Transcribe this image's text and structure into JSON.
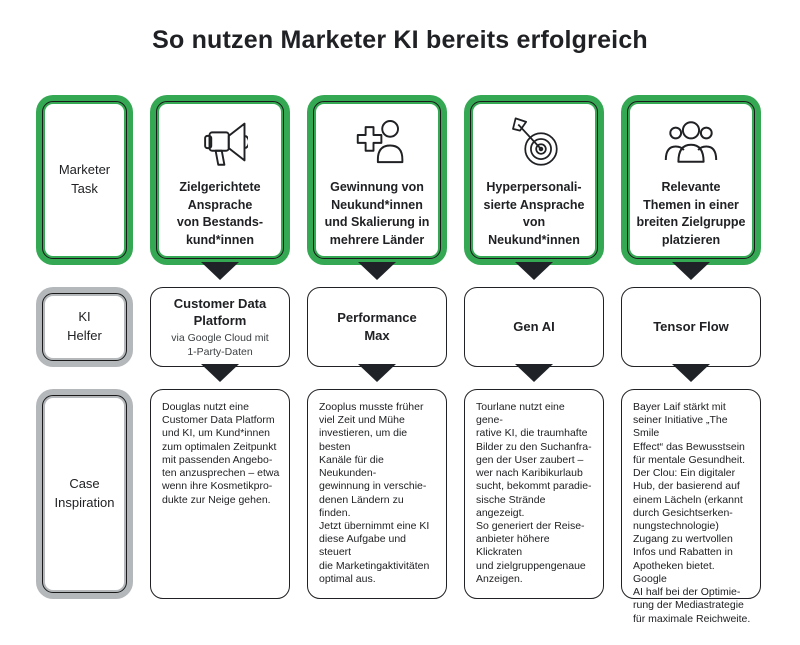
{
  "title": "So nutzen Marketer KI bereits erfolgreich",
  "colors": {
    "accent_green": "#34a853",
    "accent_gray": "#b4b8bb",
    "ink": "#202124",
    "arrow": "#1f2328"
  },
  "row_labels": {
    "tasks": "Marketer\nTask",
    "helpers": "KI\nHelfer",
    "cases": "Case\nInspiration"
  },
  "columns": [
    {
      "icon": "megaphone-icon",
      "task": "Zielgerichtete\nAnsprache\nvon Bestands-\nkund*innen",
      "helper_title": "Customer Data\nPlatform",
      "helper_subtitle": "via Google Cloud mit\n1-Party-Daten",
      "case": "Douglas nutzt eine\nCustomer Data Platform\nund KI, um Kund*innen\nzum optimalen Zeitpunkt\nmit passenden Angebo-\nten anzusprechen – etwa\nwenn ihre Kosmetikpro-\ndukte zur Neige gehen."
    },
    {
      "icon": "new-customer-icon",
      "task": "Gewinnung von\nNeukund*innen\nund Skalierung in\nmehrere Länder",
      "helper_title": "Performance\nMax",
      "helper_subtitle": "",
      "case": "Zooplus musste früher\nviel Zeit und Mühe\ninvestieren, um die besten\nKanäle für die Neukunden-\ngewinnung in verschie-\ndenen Ländern zu finden.\nJetzt übernimmt eine KI\ndiese Aufgabe und steuert\ndie Marketingaktivitäten\noptimal aus."
    },
    {
      "icon": "target-dart-icon",
      "task": "Hyperpersonali-\nsierte Ansprache\nvon Neukund*innen",
      "helper_title": "Gen AI",
      "helper_subtitle": "",
      "case": "Tourlane nutzt eine gene-\nrative KI, die traumhafte\nBilder zu den Suchanfra-\ngen der User zaubert –\nwer nach Karibikurlaub\nsucht, bekommt paradie-\nsische Strände angezeigt.\nSo generiert der Reise-\nanbieter höhere Klickraten\nund zielgruppengenaue\nAnzeigen."
    },
    {
      "icon": "audience-icon",
      "task": "Relevante\nThemen in einer\nbreiten Zielgruppe\nplatzieren",
      "helper_title": "Tensor Flow",
      "helper_subtitle": "",
      "case": "Bayer Laif stärkt mit\nseiner Initiative „The Smile\nEffect“ das Bewusstsein\nfür mentale Gesundheit.\nDer Clou: Ein digitaler\nHub, der basierend auf\neinem Lächeln (erkannt\ndurch Gesichtserken-\nnungstechnologie)\nZugang zu wertvollen\nInfos und Rabatten in\nApotheken bietet. Google\nAI half bei der Optimie-\nrung der Mediastrategie\nfür maximale Reichweite."
    }
  ]
}
